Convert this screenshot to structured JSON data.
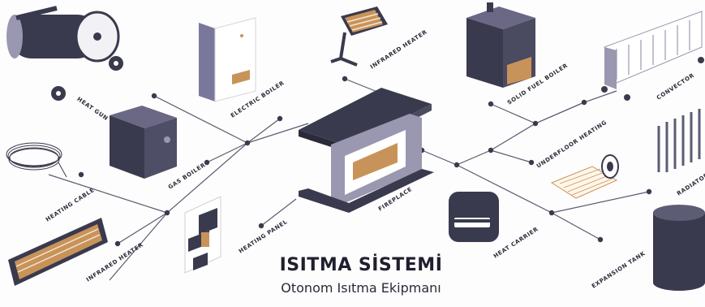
{
  "title": "ISITMA SİSTEMİ",
  "subtitle": "Otonom Isıtma Ekipmanı",
  "labels": {
    "heat_gun": "HEAT GUN",
    "electric_boiler": "ELECTRIC BOILER",
    "infrared_heater_top": "INFRARED HEATER",
    "solid_fuel_boiler": "SOLID FUEL BOILER",
    "convector": "CONVECTOR",
    "gas_boiler": "GAS BOILER",
    "heating_cable": "HEATING CABLE",
    "underfloor_heating": "UNDERFLOOR HEATING",
    "fireplace": "FIREPLACE",
    "radiator": "RADIATOR",
    "heating_panel": "HEATING PANEL",
    "infrared_heater_bottom": "INFRARED HEATER",
    "heat_carrier": "HEAT CARRIER",
    "expansion_tank": "EXPANSION TANK"
  },
  "colors": {
    "dark": "#3a3a4e",
    "mid": "#5c5c74",
    "light": "#9a98b0",
    "accent": "#c8935a",
    "line": "#55556a"
  }
}
